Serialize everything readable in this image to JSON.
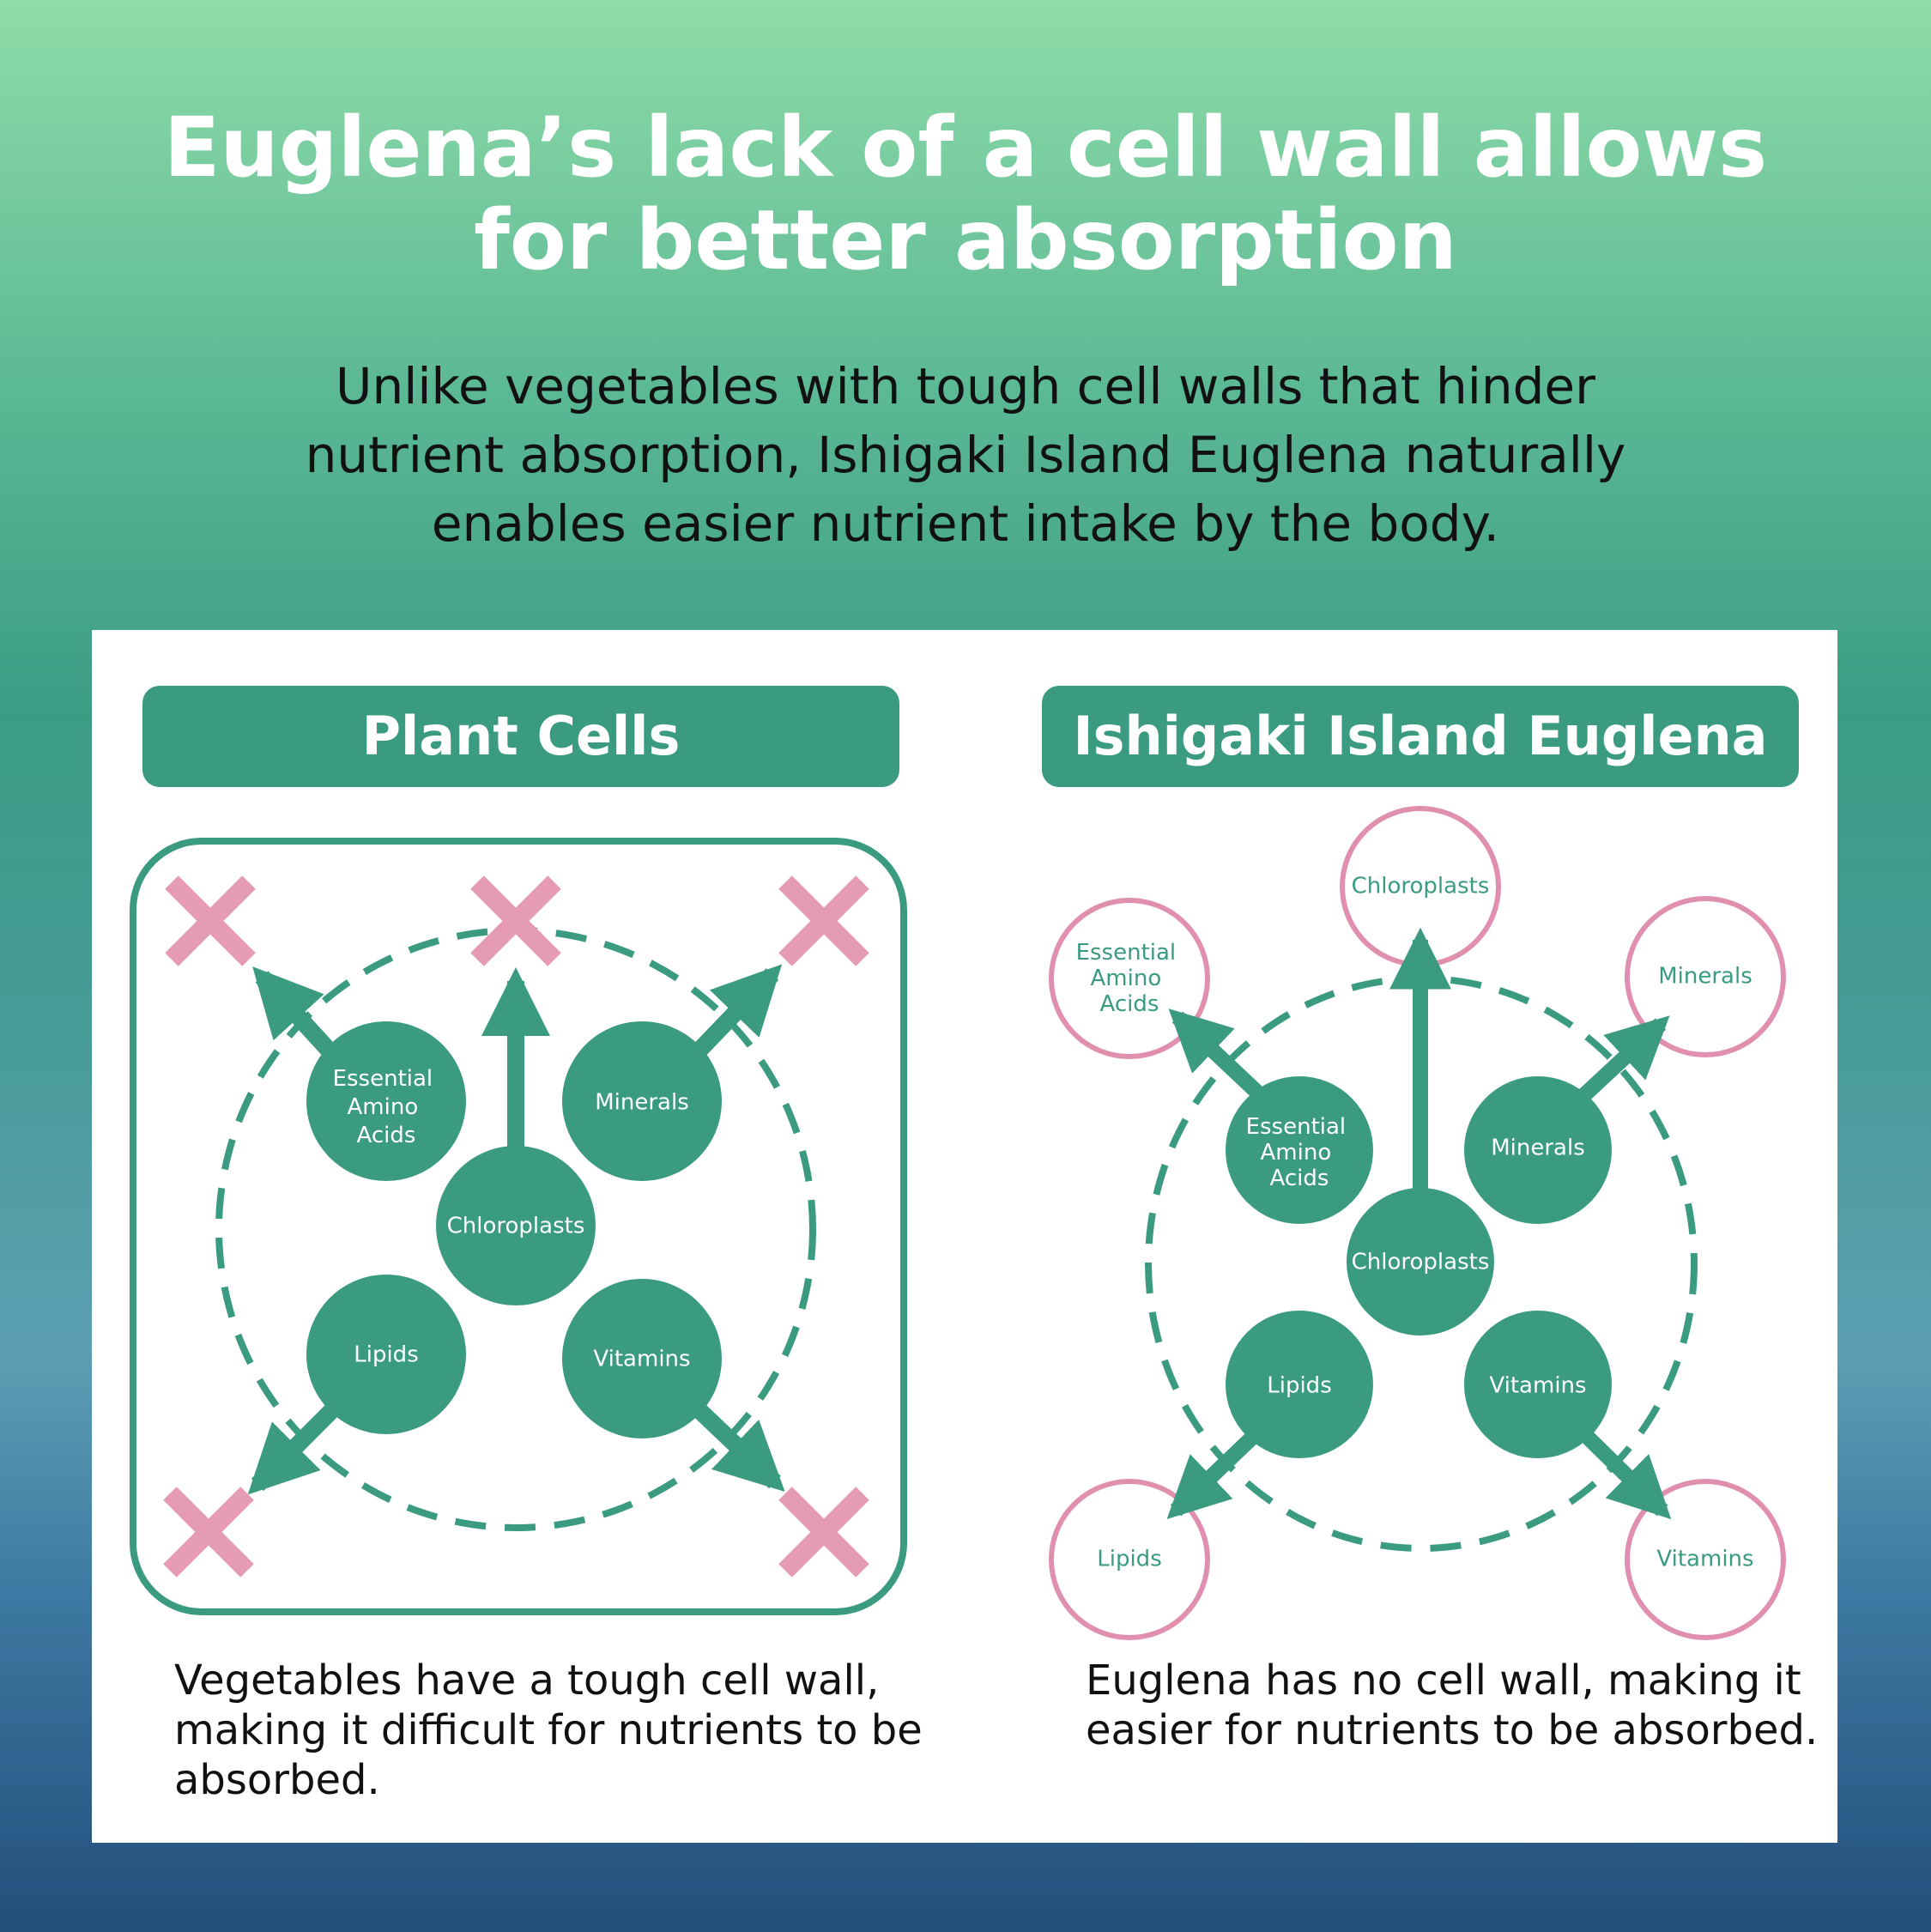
{
  "title": {
    "lines": [
      "Euglena’s lack of a cell wall allows",
      "for better absorption"
    ]
  },
  "subtitle": {
    "lines": [
      "Unlike vegetables with tough cell walls that hinder",
      "nutrient absorption, Ishigaki Island Euglena naturally",
      "enables easier nutrient intake by the body."
    ]
  },
  "left_panel": {
    "header": "Plant Cells",
    "nutrients": {
      "amino": [
        "Essential",
        "Amino",
        "Acids"
      ],
      "minerals": "Minerals",
      "chloroplasts": "Chloroplasts",
      "lipids": "Lipids",
      "vitamins": "Vitamins"
    },
    "caption_lines": [
      "Vegetables have a tough cell wall,",
      "making it difficult for nutrients to be",
      "absorbed."
    ]
  },
  "right_panel": {
    "header": "Ishigaki Island Euglena",
    "nutrients": {
      "amino": [
        "Essential",
        "Amino",
        "Acids"
      ],
      "minerals": "Minerals",
      "chloroplasts": "Chloroplasts",
      "lipids": "Lipids",
      "vitamins": "Vitamins"
    },
    "absorbed": {
      "chloroplasts": "Chloroplasts",
      "amino": [
        "Essential",
        "Amino",
        "Acids"
      ],
      "minerals": "Minerals",
      "lipids": "Lipids",
      "vitamins": "Vitamins"
    },
    "caption_lines": [
      "Euglena has no cell wall, making it",
      "easier for nutrients to be absorbed."
    ]
  },
  "colors": {
    "teal": "#3a9b81",
    "pink": "#e59bb3",
    "pink_ring": "#e08fae",
    "white": "#ffffff"
  },
  "icons": {
    "blocked": "x-mark-icon"
  }
}
